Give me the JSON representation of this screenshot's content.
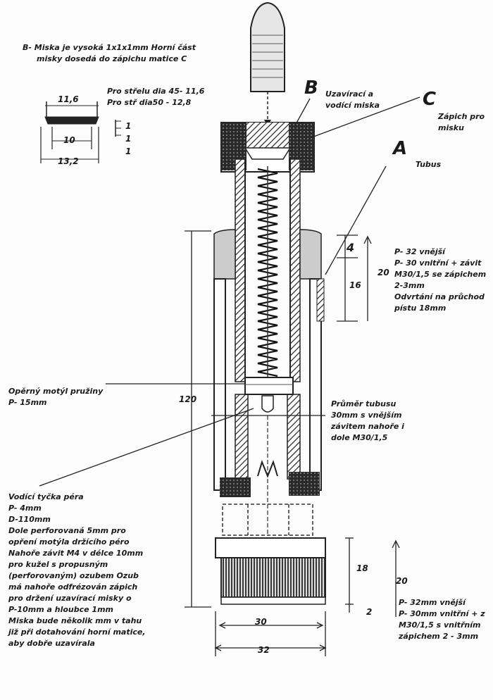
{
  "note_b": [
    "B- Miska je vysoká 1x1x1mm  Horní část",
    "misky dosedá do zápichu matice C"
  ],
  "cup_specs": [
    "Pro střelu dia 45- 11,6",
    "Pro stř dia50 - 12,8"
  ],
  "cup_dims": {
    "top": "11,6",
    "inner": "10",
    "outer": "13,2",
    "t1": "1",
    "t2": "1",
    "t3": "1"
  },
  "labels": {
    "B": "B",
    "B_text": [
      "Uzavírací a",
      "vodící miska"
    ],
    "C": "C",
    "C_text": [
      "Zápich pro",
      "misku"
    ],
    "A": "A",
    "A_text": "Tubus"
  },
  "note_p32": [
    "P- 32 vnější",
    "P- 30 vnitřní + závit",
    "M30/1,5 se zápichem",
    "2-3mm",
    "Odvrtání na průchod",
    "pístu 18mm"
  ],
  "note_motyl": [
    "Opěrný motýl pružiny",
    "P- 15mm"
  ],
  "note_tubus": [
    "Průměr tubusu",
    "30mm s vnějším",
    "závitem nahoře i",
    "dole M30/1,5"
  ],
  "note_tycka": [
    "Vodící tyčka péra",
    "P- 4mm",
    "D-110mm",
    "Dole perforovaná 5mm pro",
    "opření motýla držícího péro",
    "Nahoře závit M4 v délce 10mm",
    "pro kužel s propusným",
    "(perforovaným) ozubem  Ozub",
    "má nahoře odfrézován zápich",
    "pro držení uzavírací misky o",
    "P-10mm a hloubce 1mm",
    "Miska bude několik mm v tahu",
    "již při dotahování horní matice,",
    "aby dobře uzavírala"
  ],
  "note_p32b": [
    "P- 32mm vnější",
    "P- 30mm vnitřní + z",
    "M30/1,5 s vnitřním",
    "zápichem 2 - 3mm"
  ],
  "dims": {
    "d4": "4",
    "d16": "16",
    "d20a": "20",
    "d120": "120",
    "d18": "18",
    "d2": "2",
    "d20b": "20",
    "d30": "30",
    "d32": "32"
  }
}
